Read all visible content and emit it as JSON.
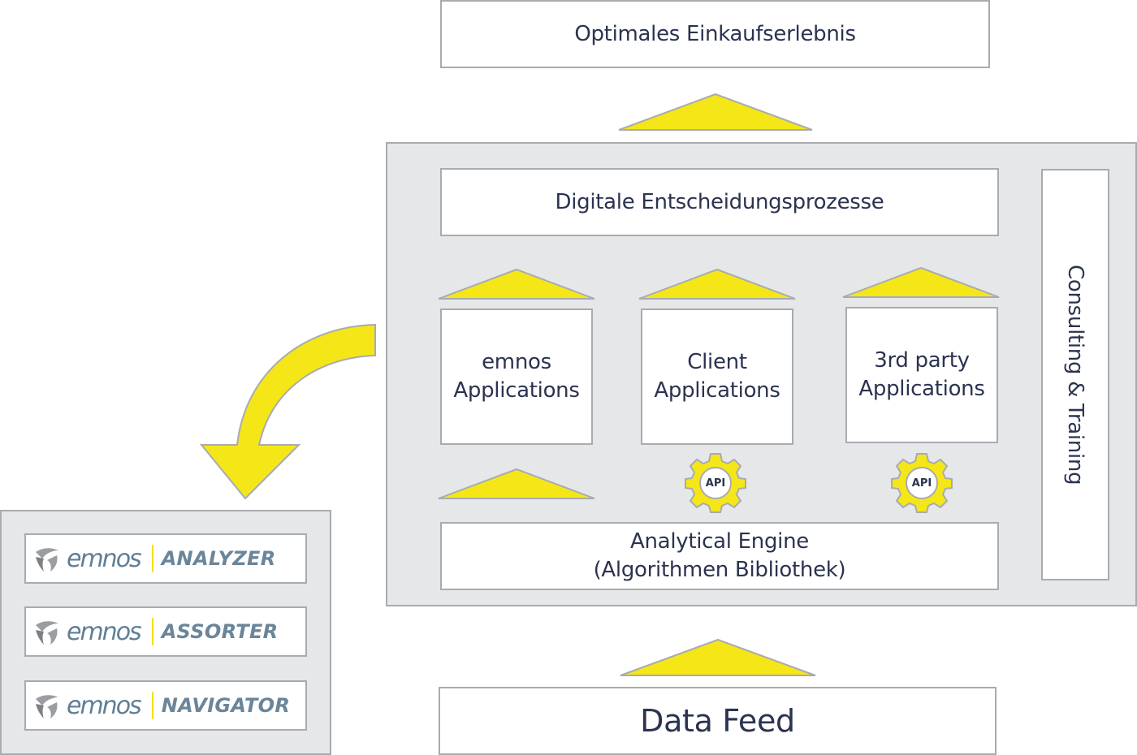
{
  "colors": {
    "accent_yellow": "#f5e617",
    "border_gray": "#a8abb0",
    "panel_gray": "#e6e7e9",
    "text_dark": "#2b3350",
    "logo_blue": "#5f7f96"
  },
  "top_box": {
    "label": "Optimales Einkaufserlebnis"
  },
  "platform": {
    "decision_box": {
      "label": "Digitale Entscheidungsprozesse"
    },
    "applications": [
      {
        "line1": "emnos",
        "line2": "Applications"
      },
      {
        "line1": "Client",
        "line2": "Applications"
      },
      {
        "line1": "3rd party",
        "line2": "Applications"
      }
    ],
    "api_badges": [
      {
        "label": "API"
      },
      {
        "label": "API"
      }
    ],
    "engine_box": {
      "line1": "Analytical Engine",
      "line2": "(Algorithmen Bibliothek)"
    },
    "side_box": {
      "label": "Consulting & Training"
    }
  },
  "data_feed": {
    "label": "Data Feed"
  },
  "products": {
    "brand": "emnos",
    "items": [
      {
        "name": "ANALYZER"
      },
      {
        "name": "ASSORTER"
      },
      {
        "name": "NAVIGATOR"
      }
    ]
  },
  "icons": {
    "arrow": "up-triangle-arrow",
    "curved": "curved-arrow-down-left",
    "gear": "gear-icon",
    "logo": "emnos-logo-icon"
  }
}
